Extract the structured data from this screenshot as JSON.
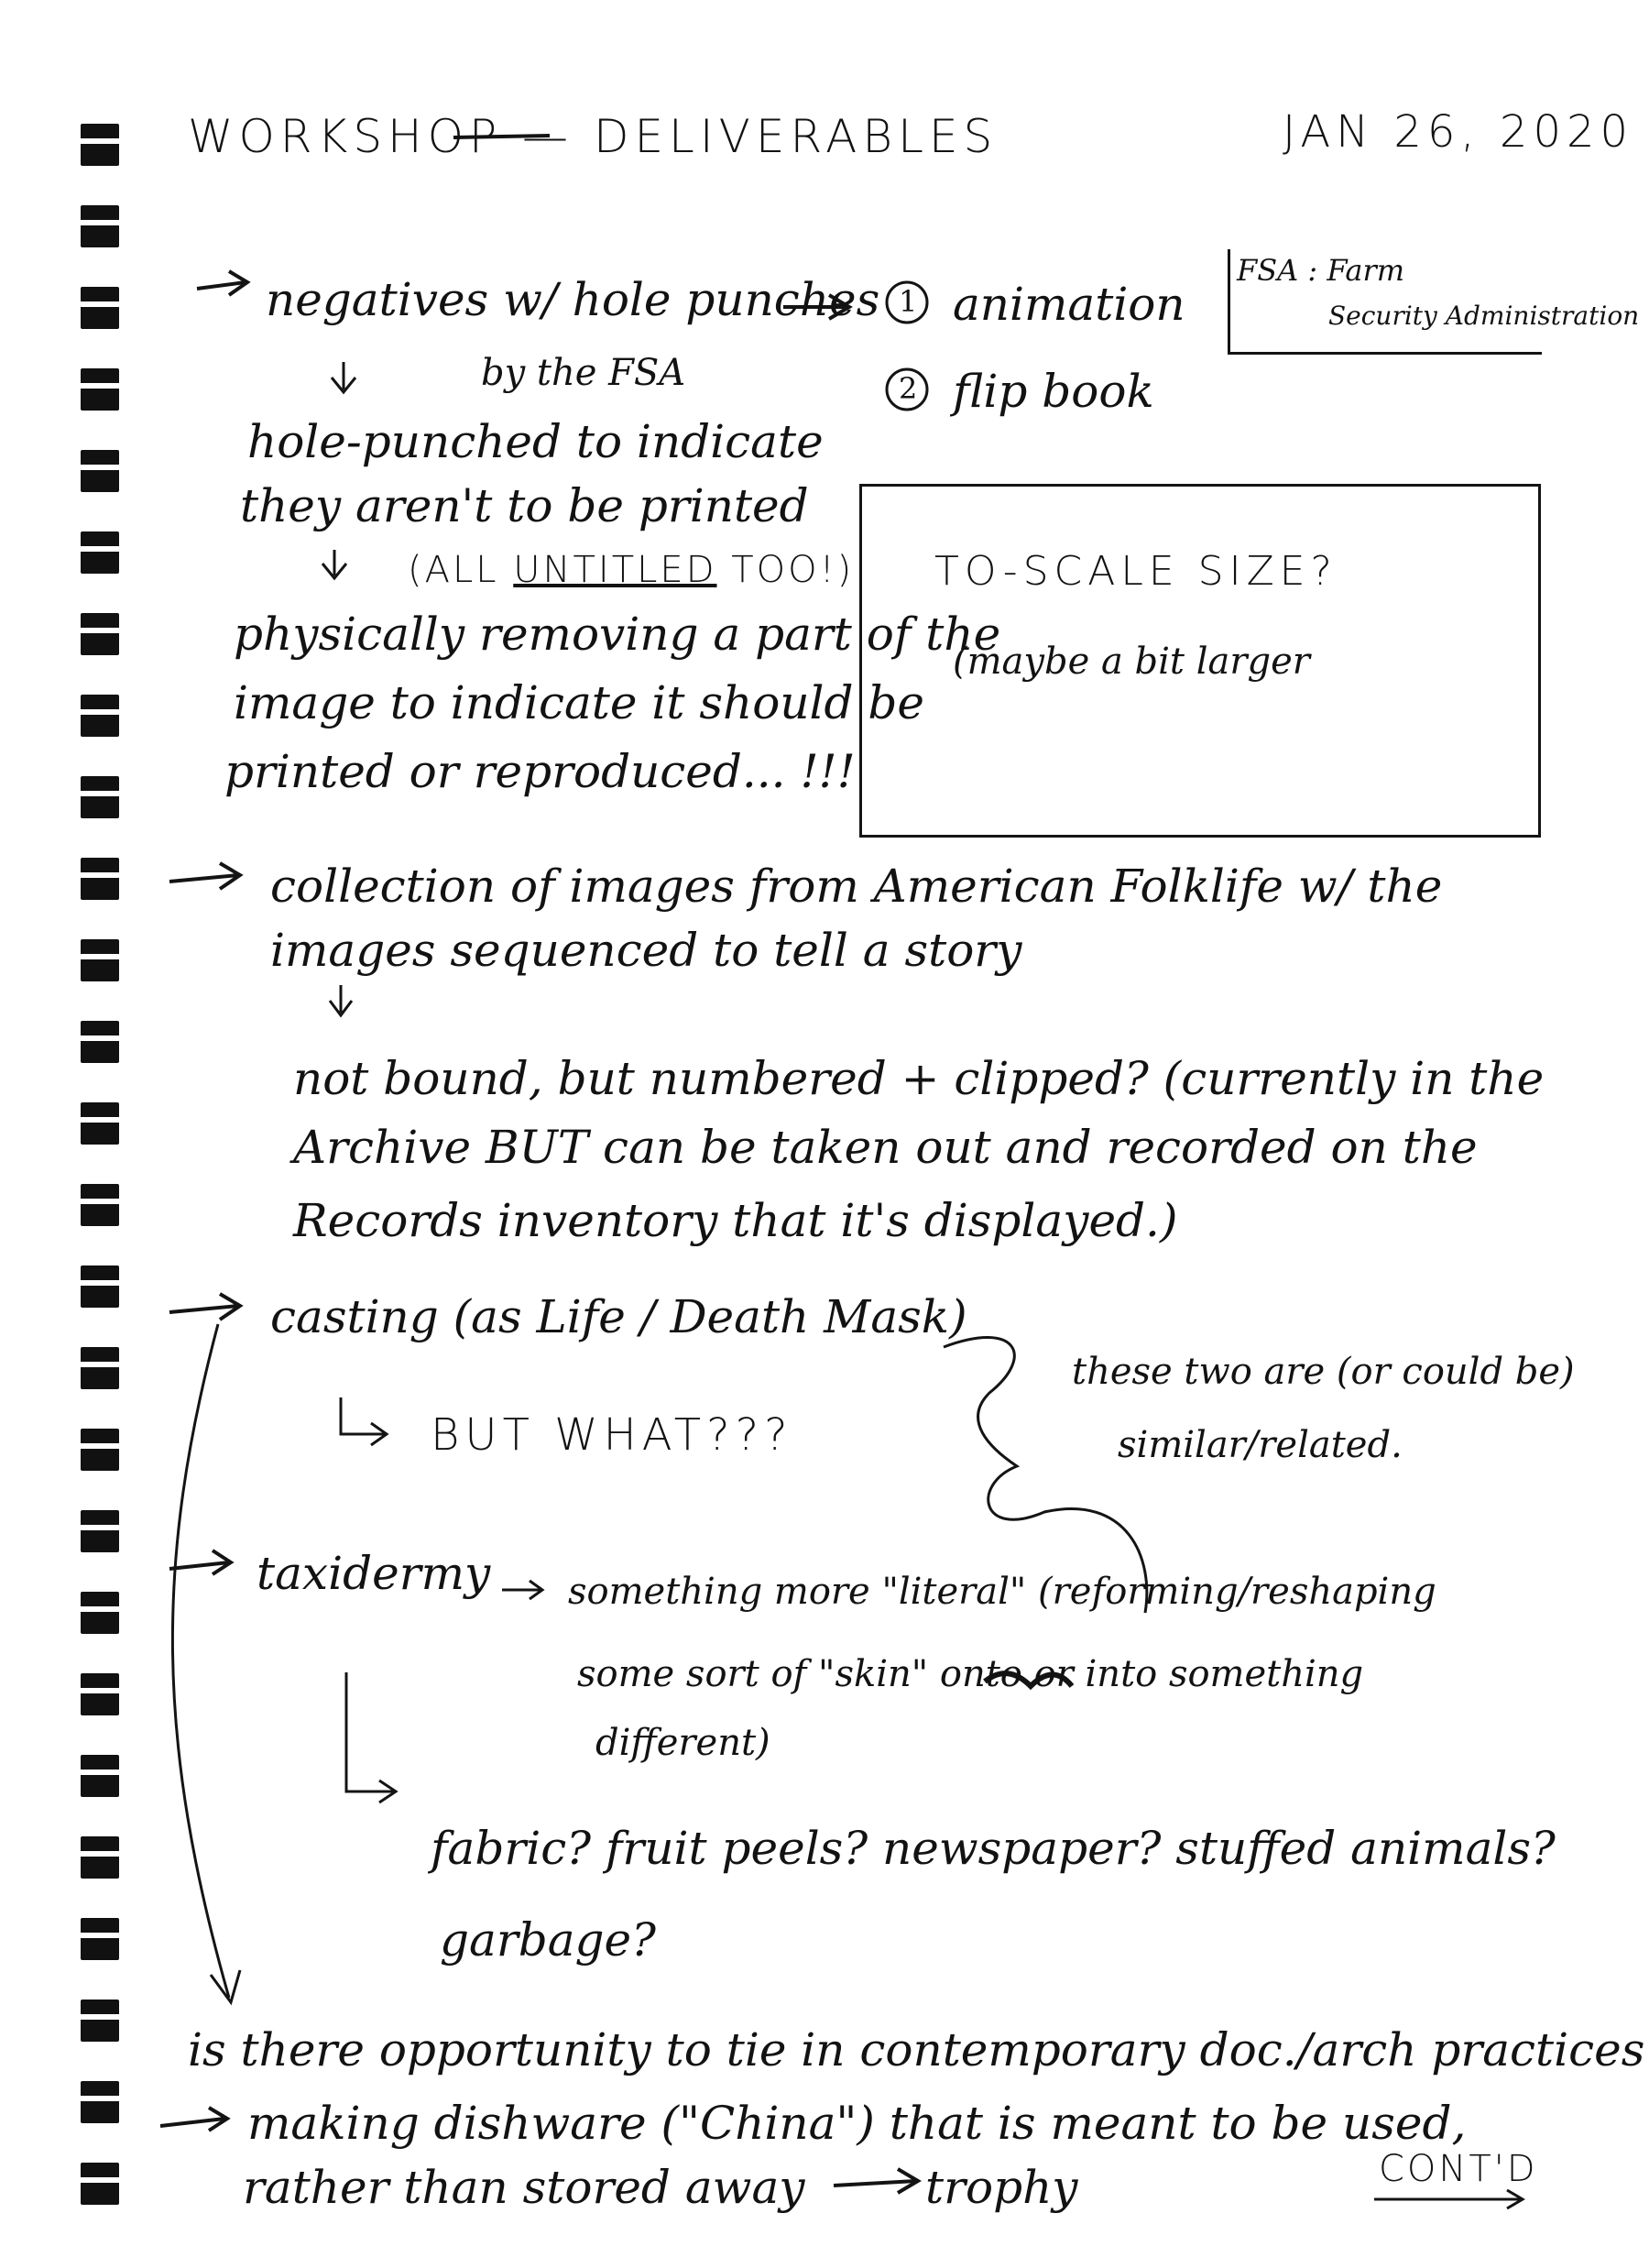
{
  "header": {
    "title": "WORKSHOP — DELIVERABLES",
    "date": "JAN 26, 2020"
  },
  "fsa_note": {
    "line1": "FSA : Farm",
    "line2": "Security Administration"
  },
  "scale_box": {
    "title": "TO-SCALE SIZE?",
    "note": "(maybe a bit larger"
  },
  "item1": {
    "main": "negatives w/ hole punches",
    "opt1_num": "1",
    "opt1": "animation",
    "opt2_num": "2",
    "opt2": "flip book",
    "by": "by the FSA",
    "l1": "hole-punched to indicate",
    "l2": "they aren't to be printed",
    "l3a": "(ALL ",
    "l3b": "UNTITLED",
    "l3c": " TOO!)",
    "l4": "physically removing a part of the",
    "l5": "image to indicate it should be",
    "l6": "printed or reproduced... !!!"
  },
  "item2": {
    "l1": "collection of images from American Folklife w/ the",
    "l2": "images sequenced to tell a story",
    "l3": "not bound, but numbered + clipped? (currently in the",
    "l4": "Archive BUT can be taken out and recorded on the",
    "l5": "Records inventory that it's displayed.)"
  },
  "item3": {
    "l1": "casting (as Life / Death Mask)",
    "l2": "BUT WHAT???",
    "side1": "these two are (or could be)",
    "side2": "similar/related."
  },
  "item4": {
    "l1": "taxidermy",
    "l1b": "something more \"literal\" (reforming/reshaping",
    "l2": "some sort of \"skin\" onto or into something",
    "l3": "different)",
    "l4": "fabric? fruit peels? newspaper? stuffed animals?",
    "l5": "garbage?"
  },
  "footer": {
    "q": "is there opportunity to tie in contemporary doc./arch practices?",
    "m1": "making dishware (\"China\") that is meant to be used,",
    "m2": "rather than stored away",
    "m3": "trophy",
    "contd": "CONT'D"
  }
}
